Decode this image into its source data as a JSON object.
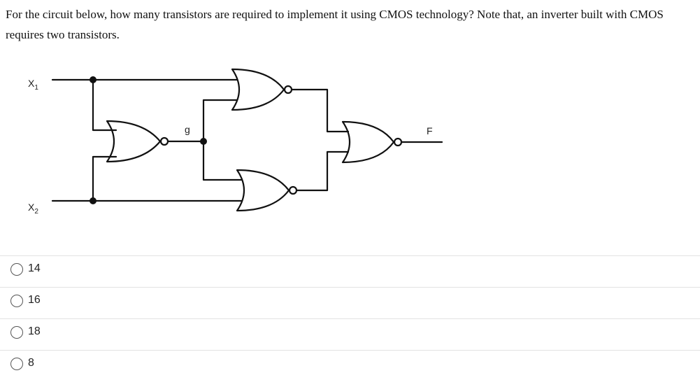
{
  "question": {
    "text": "For the circuit below, how many transistors are required to implement it using CMOS technology? Note that, an inverter built with CMOS requires two transistors."
  },
  "circuit": {
    "labels": {
      "x1_main": "X",
      "x1_sub": "1",
      "x2_main": "X",
      "x2_sub": "2",
      "g": "g",
      "f": "F"
    },
    "gates": [
      "nor",
      "nor",
      "nor",
      "nor"
    ]
  },
  "options": [
    {
      "label": "14",
      "selected": false
    },
    {
      "label": "16",
      "selected": false
    },
    {
      "label": "18",
      "selected": false
    },
    {
      "label": "8",
      "selected": false
    }
  ]
}
